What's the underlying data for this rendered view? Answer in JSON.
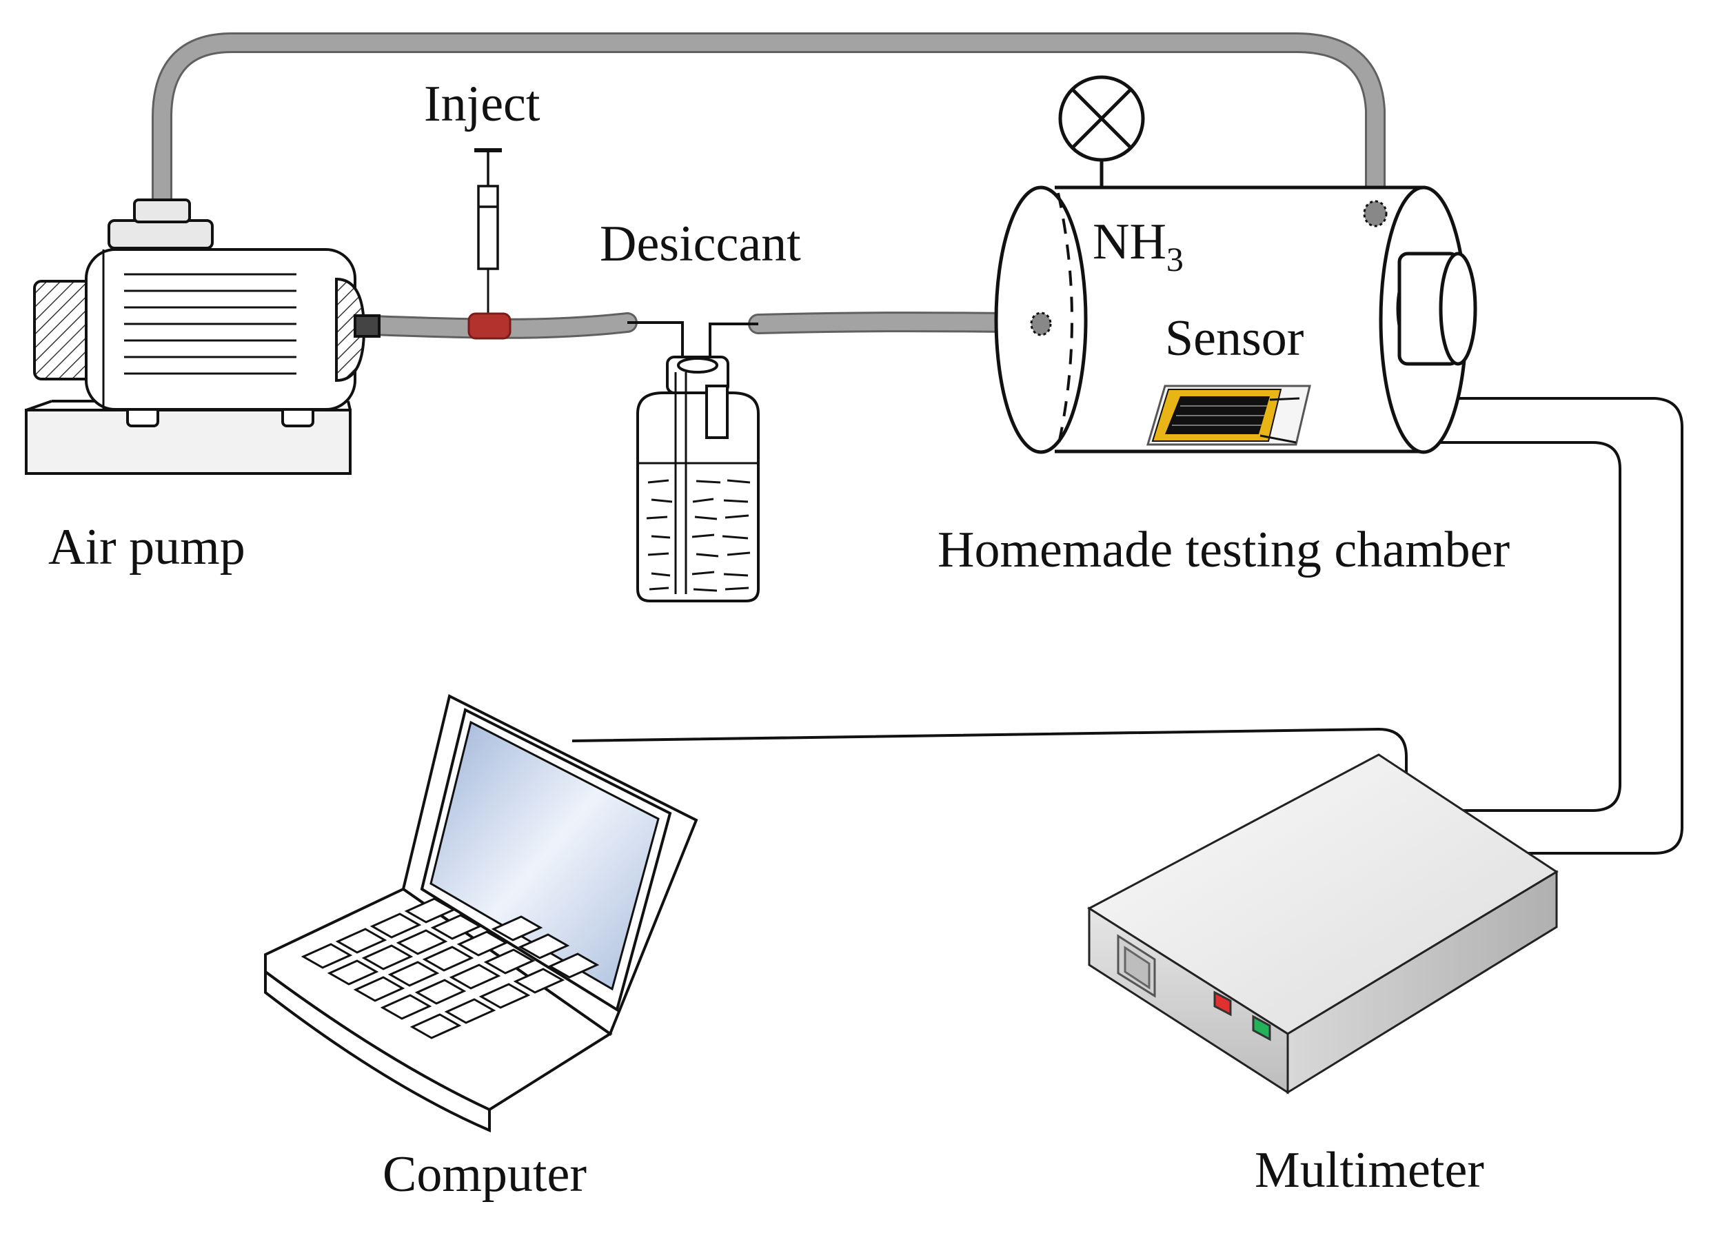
{
  "labels": {
    "inject": "Inject",
    "desiccant": "Desiccant",
    "gas": "NH",
    "gas_subscript": "3",
    "sensor": "Sensor",
    "air_pump": "Air pump",
    "chamber": "Homemade testing chamber",
    "computer": "Computer",
    "multimeter": "Multimeter"
  },
  "colors": {
    "tube": "#a3a3a3",
    "injection_marker": "#b3322e",
    "sensor_electrode": "#e8b416",
    "sensor_film": "#111111",
    "screen": "#c6d3e8",
    "led_red": "#e03030",
    "led_green": "#22b35a"
  },
  "icons": [
    "air-pump-icon",
    "syringe-icon",
    "desiccant-bottle-icon",
    "testing-chamber-icon",
    "valve-icon",
    "sensor-chip-icon",
    "laptop-icon",
    "multimeter-icon"
  ]
}
